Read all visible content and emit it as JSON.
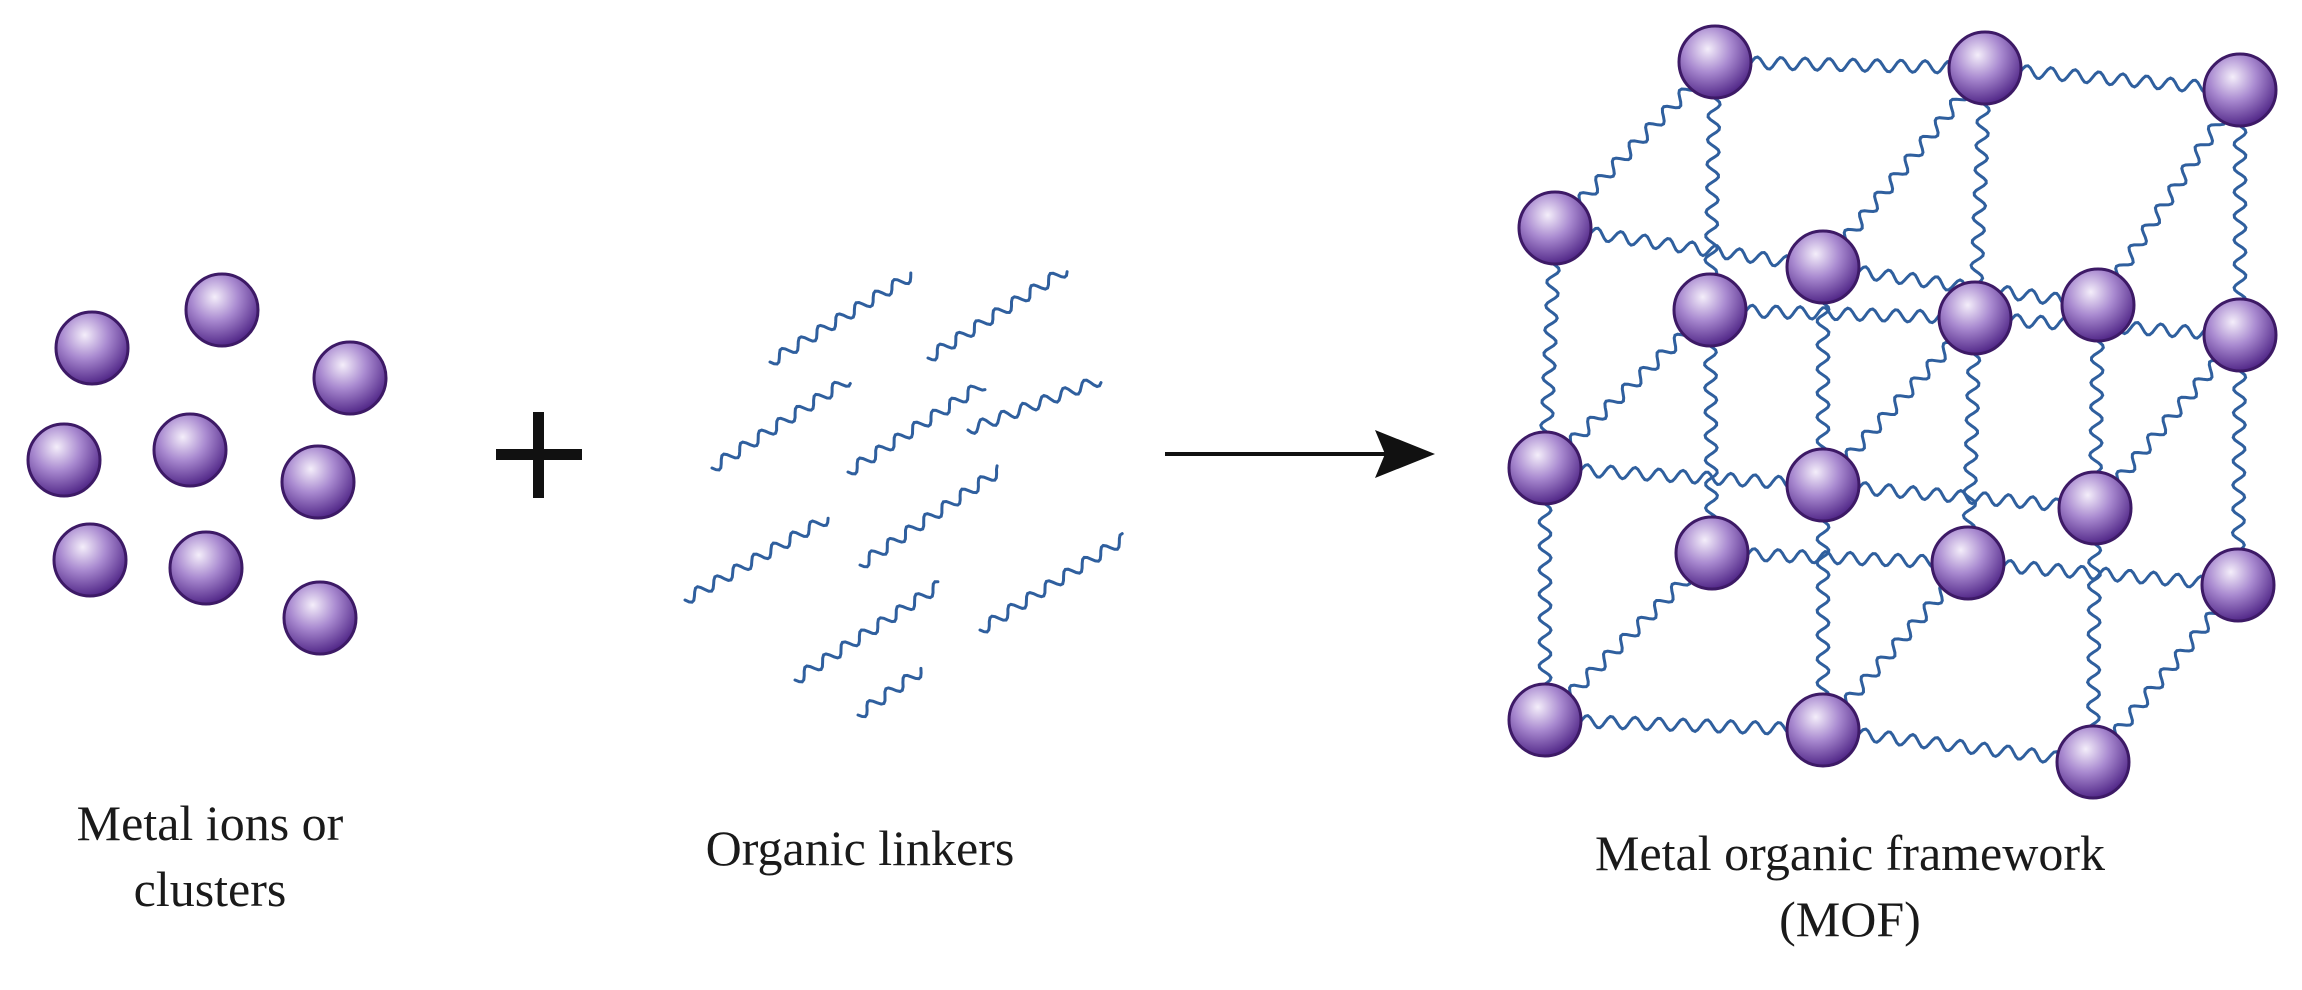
{
  "colors": {
    "sphere": "#5a2d91",
    "sphere_highlight": "#f4eefa",
    "sphere_outline": "#3d1a66",
    "linker": "#2f5f9e",
    "text": "#1a1a1a",
    "arrow": "#111111"
  },
  "icons": {
    "plus": "plus-sign",
    "arrow": "right-arrow",
    "node": "metal-ion-sphere",
    "linker": "wavy-linker"
  },
  "labels": {
    "metal_line1": "Metal ions or",
    "metal_line2": "clusters",
    "linkers": "Organic linkers",
    "mof_line1": "Metal organic framework",
    "mof_line2": "(MOF)"
  }
}
